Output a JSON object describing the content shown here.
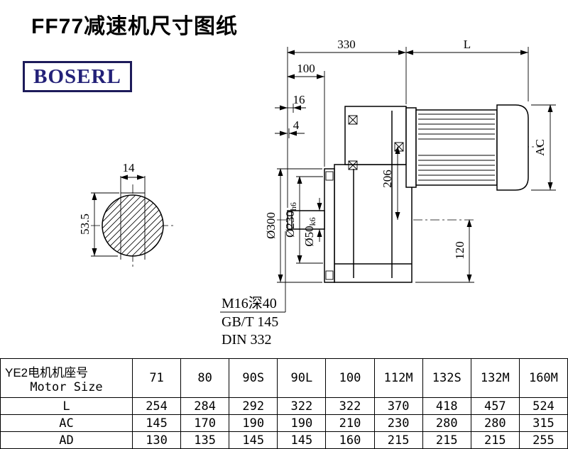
{
  "header": {
    "title": "FF77减速机尺寸图纸",
    "logo_text": "BOSERL"
  },
  "colors": {
    "logo_blue": "#232178",
    "line_black": "#000000"
  },
  "drawing": {
    "section_view": {
      "keyway_width": "14",
      "shaft_depth": "53.5"
    },
    "dimensions": {
      "overall_330": "330",
      "motor_length": "L",
      "shaft_length": "100",
      "step_16": "16",
      "step_4": "4",
      "motor_height": "AC",
      "center_height": "206",
      "flange_od": "Ø300",
      "spigot_d": "Ø230",
      "spigot_fit": "h6",
      "shaft_d": "Ø50",
      "shaft_fit": "k6",
      "base_height": "120"
    },
    "notes": {
      "tap_hole": "M16深40",
      "gb_standard": "GB/T 145",
      "din_standard": "DIN 332"
    }
  },
  "table": {
    "header": {
      "label_line1": "YE2电机机座号",
      "label_line2": "Motor Size",
      "sizes": [
        "71",
        "80",
        "90S",
        "90L",
        "100",
        "112M",
        "132S",
        "132M",
        "160M"
      ]
    },
    "rows": [
      {
        "label": "L",
        "values": [
          "254",
          "284",
          "292",
          "322",
          "322",
          "370",
          "418",
          "457",
          "524"
        ]
      },
      {
        "label": "AC",
        "values": [
          "145",
          "170",
          "190",
          "190",
          "210",
          "230",
          "280",
          "280",
          "315"
        ]
      },
      {
        "label": "AD",
        "values": [
          "130",
          "135",
          "145",
          "145",
          "160",
          "215",
          "215",
          "215",
          "255"
        ]
      }
    ]
  }
}
